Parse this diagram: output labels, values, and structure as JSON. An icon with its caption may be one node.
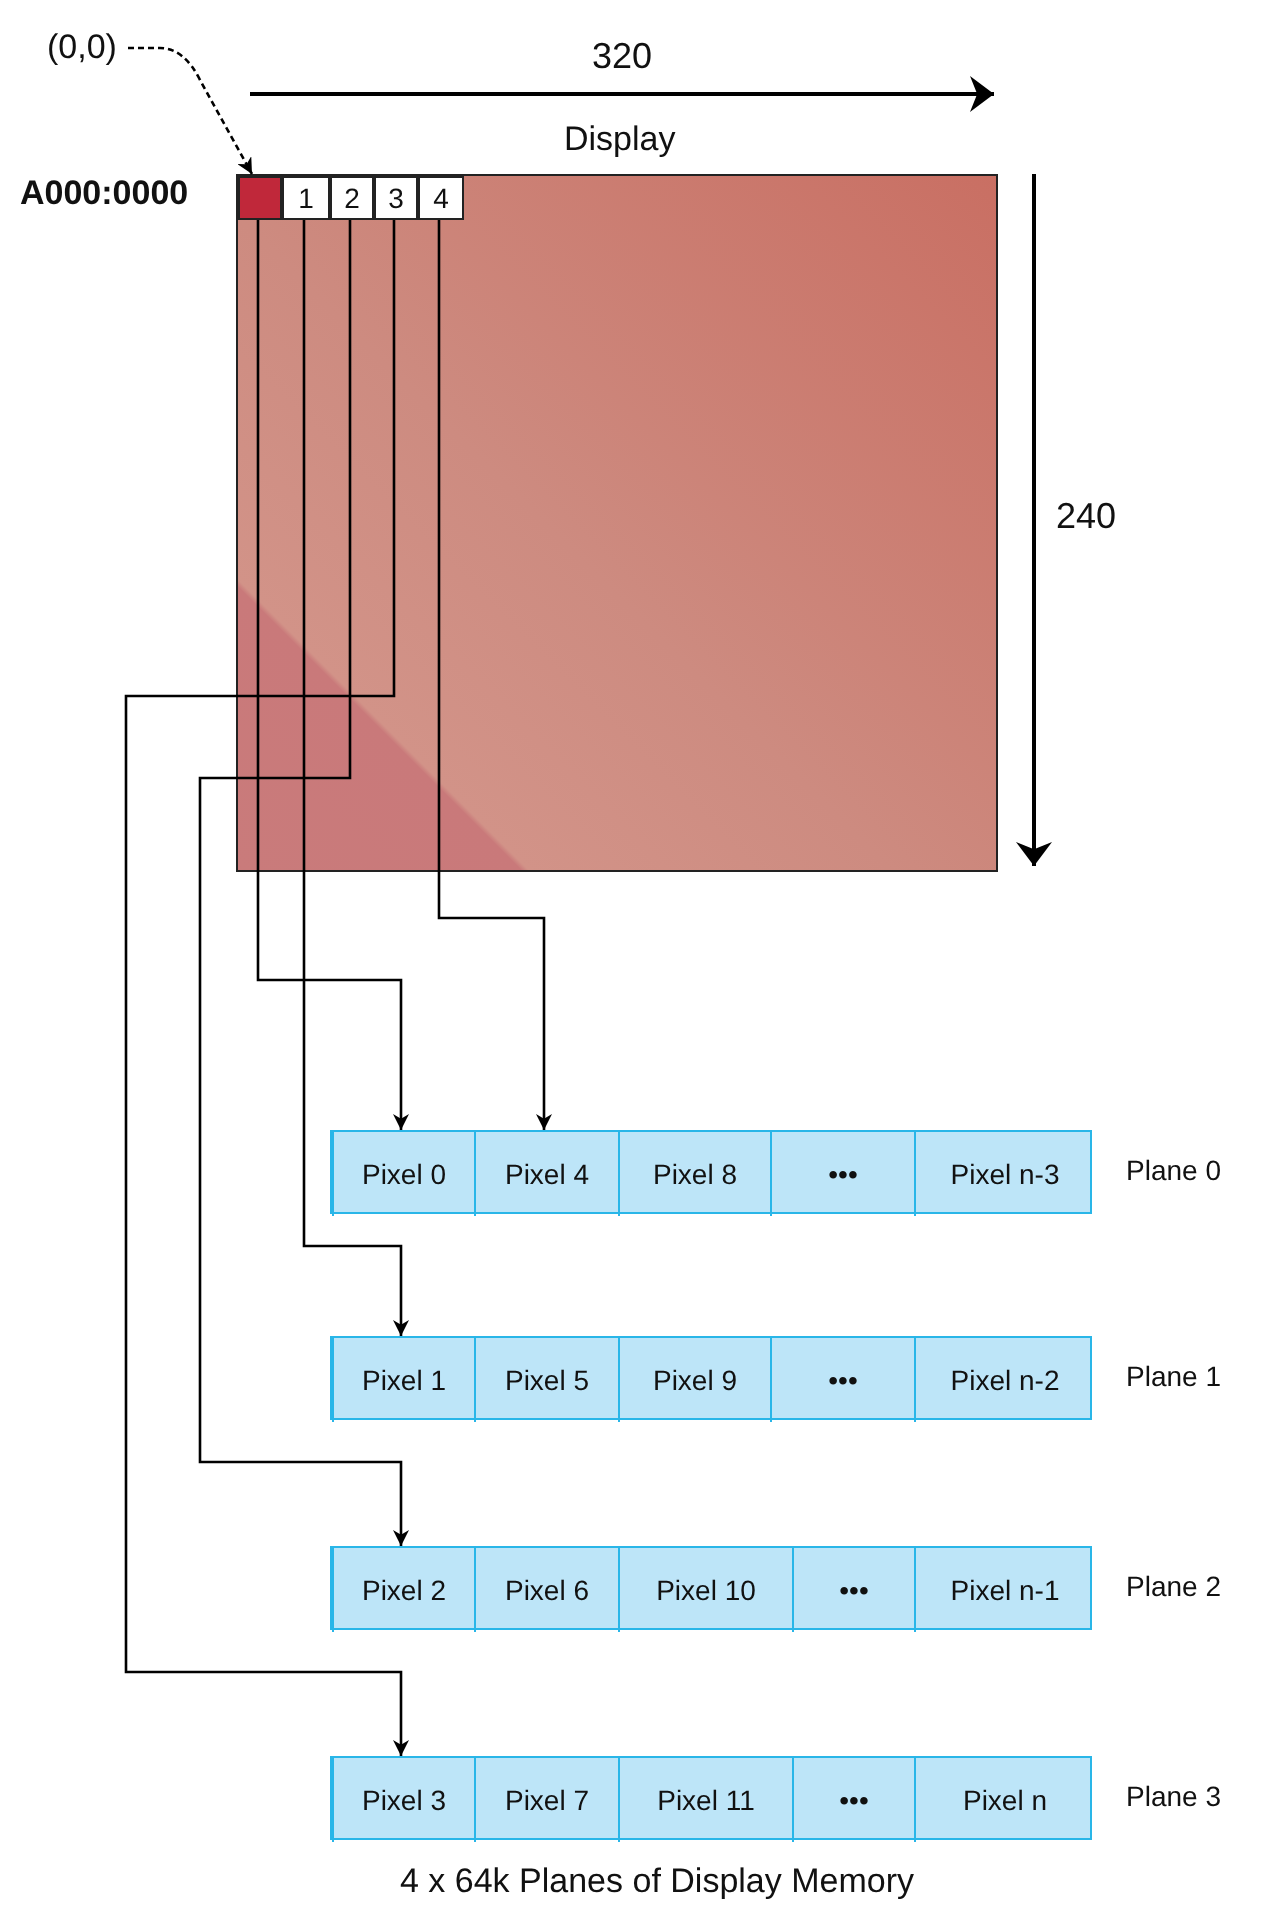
{
  "diagram": {
    "caption": "4 x 64k Planes of Display Memory",
    "nodes": [
      {
        "text": [
          "Display"
        ]
      },
      {
        "text": [],
        "shape": "box",
        "in": 0
      },
      {
        "text": [
          "1"
        ],
        "in": 0
      },
      {
        "text": [
          "2"
        ],
        "in": 0
      },
      {
        "text": [
          "3"
        ],
        "in": 0
      },
      {
        "text": [
          "4"
        ],
        "in": 0
      },
      {
        "text": [
          "(0,0)"
        ]
      },
      {
        "text": [
          "Plane 0"
        ]
      },
      {
        "text": [
          "Pixel 0"
        ],
        "in": 7
      },
      {
        "text": [
          "Pixel 4"
        ],
        "in": 7
      },
      {
        "text": [
          "Pixel 8"
        ],
        "in": 7
      },
      {
        "text": [
          "•••"
        ],
        "in": 7
      },
      {
        "text": [
          "Pixel n-3"
        ],
        "in": 7
      },
      {
        "text": [
          "Plane 1"
        ]
      },
      {
        "text": [
          "Pixel 1"
        ],
        "in": 13
      },
      {
        "text": [
          "Pixel 5"
        ],
        "in": 13
      },
      {
        "text": [
          "Pixel 9"
        ],
        "in": 13
      },
      {
        "text": [
          "•••"
        ],
        "in": 13
      },
      {
        "text": [
          "Pixel n-2"
        ],
        "in": 13
      },
      {
        "text": [
          "Plane 2"
        ]
      },
      {
        "text": [
          "Pixel 2"
        ],
        "in": 19
      },
      {
        "text": [
          "Pixel 6"
        ],
        "in": 19
      },
      {
        "text": [
          "Pixel 10"
        ],
        "in": 19
      },
      {
        "text": [
          "•••"
        ],
        "in": 19
      },
      {
        "text": [
          "Pixel n-1"
        ],
        "in": 19
      },
      {
        "text": [
          "Plane 3"
        ]
      },
      {
        "text": [
          "Pixel 3"
        ],
        "in": 25
      },
      {
        "text": [
          "Pixel 7"
        ],
        "in": 25
      },
      {
        "text": [
          "Pixel 11"
        ],
        "in": 25
      },
      {
        "text": [
          "•••"
        ],
        "in": 25
      },
      {
        "text": [
          "Pixel n"
        ],
        "in": 25
      }
    ],
    "edges": [
      {
        "from": 6,
        "to": 1,
        "arrow": "to",
        "style": "dashed"
      },
      {
        "from": 1,
        "to": 8,
        "arrow": "to"
      },
      {
        "from": 5,
        "to": 9,
        "arrow": "to"
      },
      {
        "from": 2,
        "to": 14,
        "arrow": "to"
      },
      {
        "from": 3,
        "to": 20,
        "arrow": "to"
      },
      {
        "from": 4,
        "to": 26,
        "arrow": "to"
      }
    ],
    "labels": [
      "320",
      "A000:0000",
      "240"
    ]
  }
}
